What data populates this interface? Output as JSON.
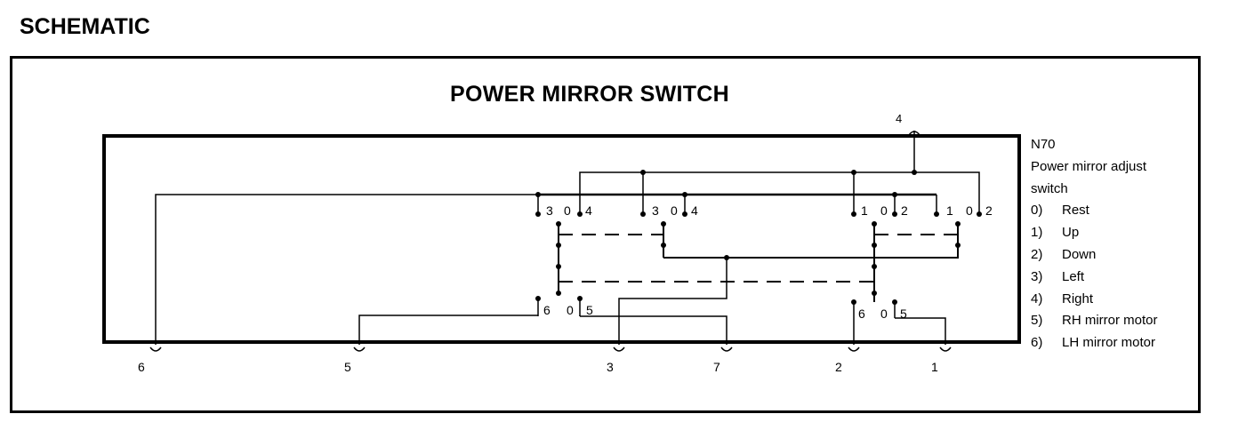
{
  "heading": "SCHEMATIC",
  "diagram_title": "POWER MIRROR SWITCH",
  "connector_top": "4",
  "legend": {
    "component_id": "N70",
    "component_name_line1": "Power mirror adjust",
    "component_name_line2": "switch",
    "items": [
      {
        "key": "0)",
        "label": "Rest"
      },
      {
        "key": "1)",
        "label": "Up"
      },
      {
        "key": "2)",
        "label": "Down"
      },
      {
        "key": "3)",
        "label": "Left"
      },
      {
        "key": "4)",
        "label": "Right"
      },
      {
        "key": "5)",
        "label": "RH mirror motor"
      },
      {
        "key": "6)",
        "label": "LH mirror motor"
      }
    ]
  },
  "pins_bottom": [
    "6",
    "5",
    "3",
    "7",
    "2",
    "1"
  ],
  "switch_positions": {
    "group_a": [
      "3",
      "0",
      "4"
    ],
    "group_b": [
      "3",
      "0",
      "4"
    ],
    "group_c": [
      "1",
      "0",
      "2"
    ],
    "group_d": [
      "1",
      "0",
      "2"
    ],
    "group_e": [
      "6",
      "0",
      "5"
    ],
    "group_f": [
      "6",
      "0",
      "5"
    ]
  }
}
